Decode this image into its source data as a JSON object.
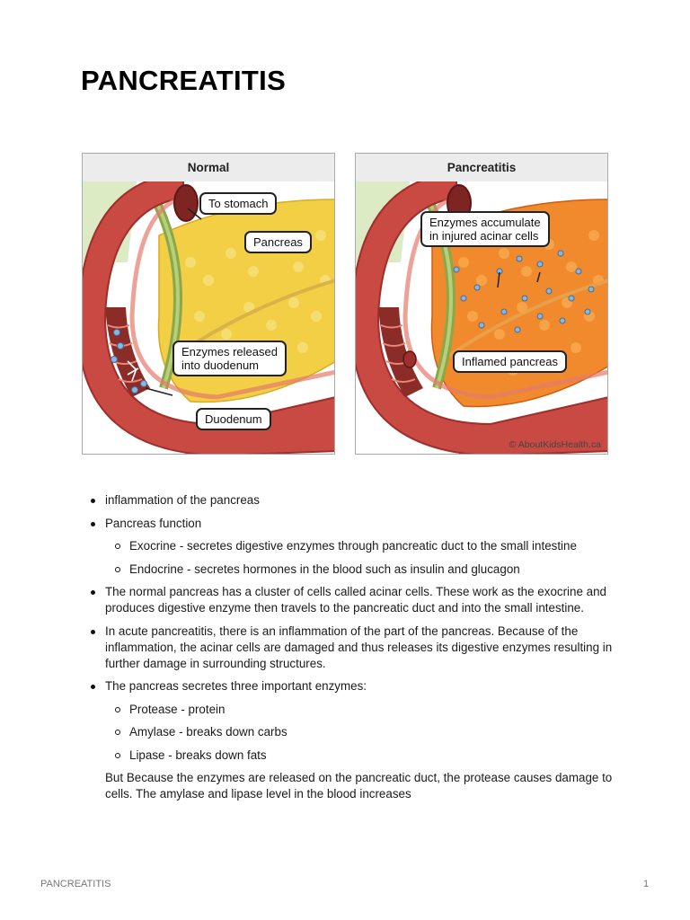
{
  "title": "PANCREATITIS",
  "figure": {
    "left_panel": {
      "header": "Normal",
      "labels": {
        "to_stomach": "To stomach",
        "pancreas": "Pancreas",
        "enzymes_released_line1": "Enzymes released",
        "enzymes_released_line2": "into duodenum",
        "duodenum": "Duodenum"
      }
    },
    "right_panel": {
      "header": "Pancreatitis",
      "labels": {
        "enzymes_accumulate_line1": "Enzymes accumulate",
        "enzymes_accumulate_line2": "in injured acinar cells",
        "inflamed_pancreas": "Inflamed pancreas"
      },
      "credit": "© AboutKidsHealth.ca"
    },
    "colors": {
      "duodenum": "#c94a42",
      "duodenum_dark": "#9e2f2c",
      "pancreas_normal": "#f2cf45",
      "pancreas_inflamed": "#f08a2c",
      "duct": "#8aa84a",
      "enzyme": "#8ab6e0"
    }
  },
  "bullets": {
    "b1": "inflammation of the pancreas",
    "b2": "Pancreas function",
    "b2_sub1": "Exocrine - secretes digestive enzymes through pancreatic duct to the small intestine",
    "b2_sub2": "Endocrine - secretes hormones in the blood such as insulin and glucagon",
    "b3": "The normal pancreas has a cluster of cells called acinar cells. These work as the exocrine and produces digestive enzyme then travels to the pancreatic duct and into the small intestine.",
    "b4": "In acute pancreatitis, there is an inflammation of the part of the pancreas. Because of the inflammation, the acinar cells are damaged and thus releases its digestive enzymes resulting in further damage in surrounding structures.",
    "b5": "The pancreas secretes three important enzymes:",
    "b5_sub1": "Protease - protein",
    "b5_sub2": "Amylase - breaks down carbs",
    "b5_sub3": "Lipase - breaks down fats",
    "closing": "But Because the enzymes are released on the pancreatic duct, the protease causes damage to cells. The amylase and lipase level in the blood increases"
  },
  "footer": {
    "left": "PANCREATITIS",
    "page_number": "1"
  }
}
